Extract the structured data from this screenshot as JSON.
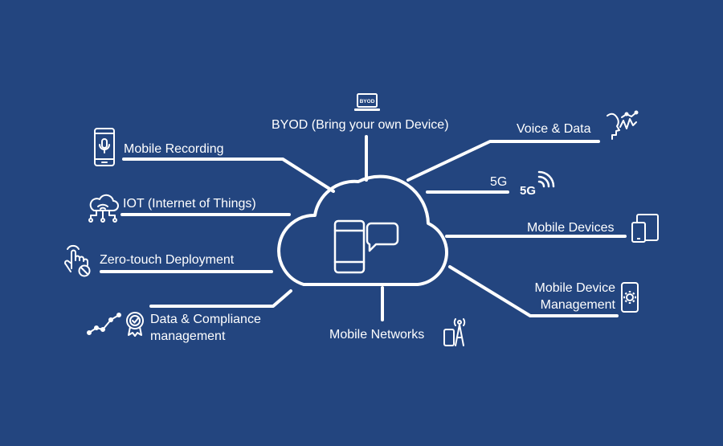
{
  "colors": {
    "background": "#23457f",
    "foreground": "#ffffff"
  },
  "center": {
    "icon": "phone-chat-icon"
  },
  "nodes": {
    "byod": {
      "label": "BYOD (Bring your own Device)",
      "icon": "laptop-icon",
      "icon_text": "BYOD"
    },
    "voice_data": {
      "label": "Voice & Data",
      "icon": "voice-signal-icon"
    },
    "five_g": {
      "label": "5G",
      "icon": "5g-signal-icon",
      "icon_text": "5G"
    },
    "mobile_devices": {
      "label": "Mobile Devices",
      "icon": "phone-tablet-icon"
    },
    "mdm": {
      "label_line1": "Mobile Device",
      "label_line2": "Management",
      "icon": "phone-gear-icon"
    },
    "mobile_networks": {
      "label": "Mobile Networks",
      "icon": "cell-tower-icon"
    },
    "data_compliance": {
      "label_line1": "Data & Compliance",
      "label_line2": "management",
      "icon": "chart-badge-icon"
    },
    "zero_touch": {
      "label": "Zero-touch Deployment",
      "icon": "touch-hand-icon"
    },
    "iot": {
      "label": "IOT (Internet of Things)",
      "icon": "cloud-network-icon"
    },
    "mobile_recording": {
      "label": "Mobile Recording",
      "icon": "phone-mic-icon"
    }
  }
}
